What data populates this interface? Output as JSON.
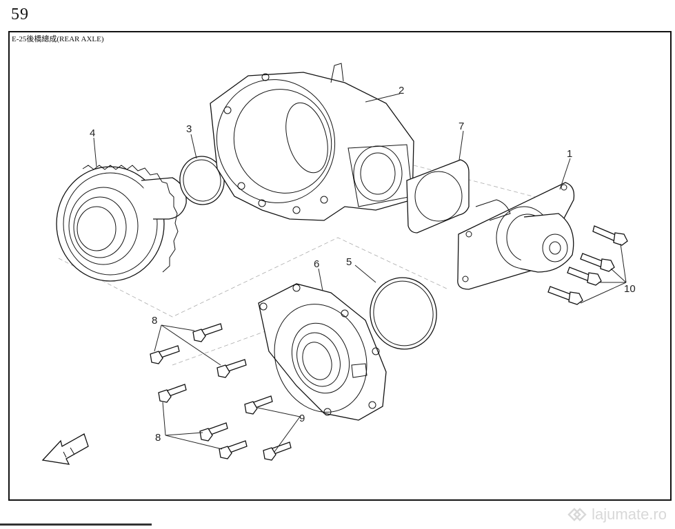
{
  "page": {
    "number": "59",
    "title": "E-25後橋總成(REAR AXLE)"
  },
  "callouts": [
    {
      "id": "1",
      "text": "1"
    },
    {
      "id": "2",
      "text": "2"
    },
    {
      "id": "3",
      "text": "3"
    },
    {
      "id": "4",
      "text": "4"
    },
    {
      "id": "5",
      "text": "5"
    },
    {
      "id": "6",
      "text": "6"
    },
    {
      "id": "7",
      "text": "7"
    },
    {
      "id": "8a",
      "text": "8"
    },
    {
      "id": "8b",
      "text": "8"
    },
    {
      "id": "9",
      "text": "9"
    },
    {
      "id": "10",
      "text": "10"
    }
  ],
  "watermark": {
    "text": "lajumate.ro"
  },
  "icons": {
    "direction_arrow": "fwd-arrow-icon",
    "watermark": "watermark-logo-icon"
  }
}
